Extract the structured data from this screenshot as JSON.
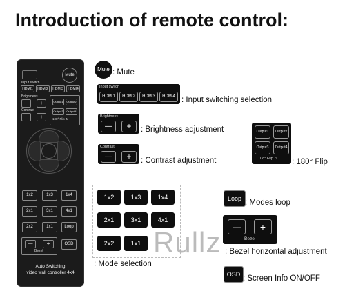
{
  "title": "Introduction of remote control:",
  "remote": {
    "mute": "Mute",
    "input_switch_label": "Input switch",
    "hdmi": [
      "HDMI1",
      "HDMI2",
      "HDMI3",
      "HDMI4"
    ],
    "brightness_label": "Brightness",
    "contrast_label": "Contrast",
    "minus": "—",
    "plus": "+",
    "outputs_small": [
      "Output1",
      "Output2",
      "Output3",
      "Output4"
    ],
    "flip": "108° Flip ↻",
    "modes": [
      "1x2",
      "1x3",
      "1x4",
      "2x1",
      "3x1",
      "4x1",
      "2x2",
      "1x1",
      "Loop"
    ],
    "bezel_minus": "—",
    "bezel_plus": "+",
    "osd": "OSD",
    "bezel_label": "Bezel",
    "footer_line1": "Auto Switching",
    "footer_line2": "video wall controller 4x4"
  },
  "callouts": {
    "mute_button": "Mute",
    "mute_desc": ": Mute",
    "input_switch_label": "Input switch",
    "hdmi": [
      "HDMI1",
      "HDMI2",
      "HDMI3",
      "HDMI4"
    ],
    "input_desc": ": Input switching selection",
    "brightness_label": "Brightness",
    "brightness_minus": "—",
    "brightness_plus": "+",
    "brightness_desc": ": Brightness adjustment",
    "contrast_label": "Contrast",
    "contrast_minus": "—",
    "contrast_plus": "+",
    "contrast_desc": ": Contrast adjustment",
    "outputs": [
      "Output1",
      "Output2",
      "Output3",
      "Output4"
    ],
    "flip_label": "108° Flip ↻",
    "flip_desc": ": 180° Flip",
    "modes": [
      "1x2",
      "1x3",
      "1x4",
      "2x1",
      "3x1",
      "4x1",
      "2x2",
      "1x1"
    ],
    "mode_desc": ": Mode selection",
    "loop_button": "Loop",
    "loop_desc": ": Modes loop",
    "bezel_minus": "—",
    "bezel_plus": "+",
    "bezel_label": "Bezel",
    "bezel_desc": ": Bezel horizontal adjustment",
    "osd_button": "OSD",
    "osd_desc": ": Screen Info ON/OFF"
  },
  "watermark": "Rullz"
}
